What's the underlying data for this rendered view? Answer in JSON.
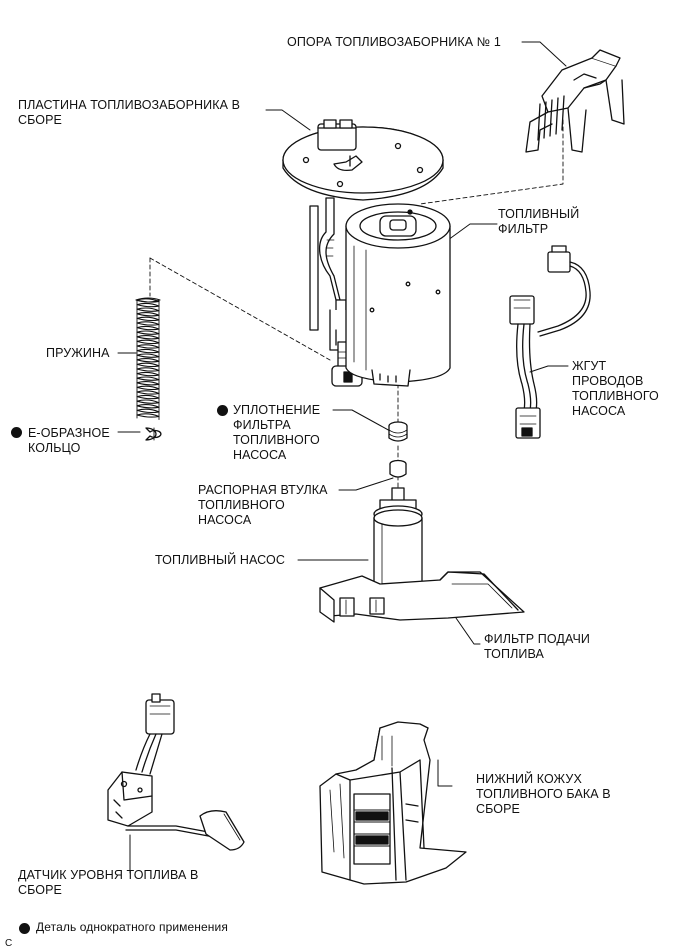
{
  "labels": {
    "support": "ОПОРА ТОПЛИВОЗАБОРНИКА № 1",
    "plate": "ПЛАСТИНА ТОПЛИВОЗАБОРНИКА В\nСБОРЕ",
    "fuel_filter": "ТОПЛИВНЫЙ\nФИЛЬТР",
    "spring": "ПРУЖИНА",
    "harness": "ЖГУТ\nПРОВОДОВ\nТОПЛИВНОГО\nНАСОСА",
    "seal": "УПЛОТНЕНИЕ\nФИЛЬТРА\nТОПЛИВНОГО\nНАСОСА",
    "ering": "Е-ОБРАЗНОЕ\nКОЛЬЦО",
    "spacer": "РАСПОРНАЯ ВТУЛКА\nТОПЛИВНОГО\nНАСОСА",
    "pump": "ТОПЛИВНЫЙ НАСОС",
    "suction_filter": "ФИЛЬТР ПОДАЧИ\nТОПЛИВА",
    "lower_case": "НИЖНИЙ КОЖУХ\nТОПЛИВНОГО БАКА В\nСБОРЕ",
    "sender": "ДАТЧИК УРОВНЯ ТОПЛИВА В\nСБОРЕ"
  },
  "legend": {
    "text": "Деталь однократного применения"
  },
  "corner_code": "C"
}
